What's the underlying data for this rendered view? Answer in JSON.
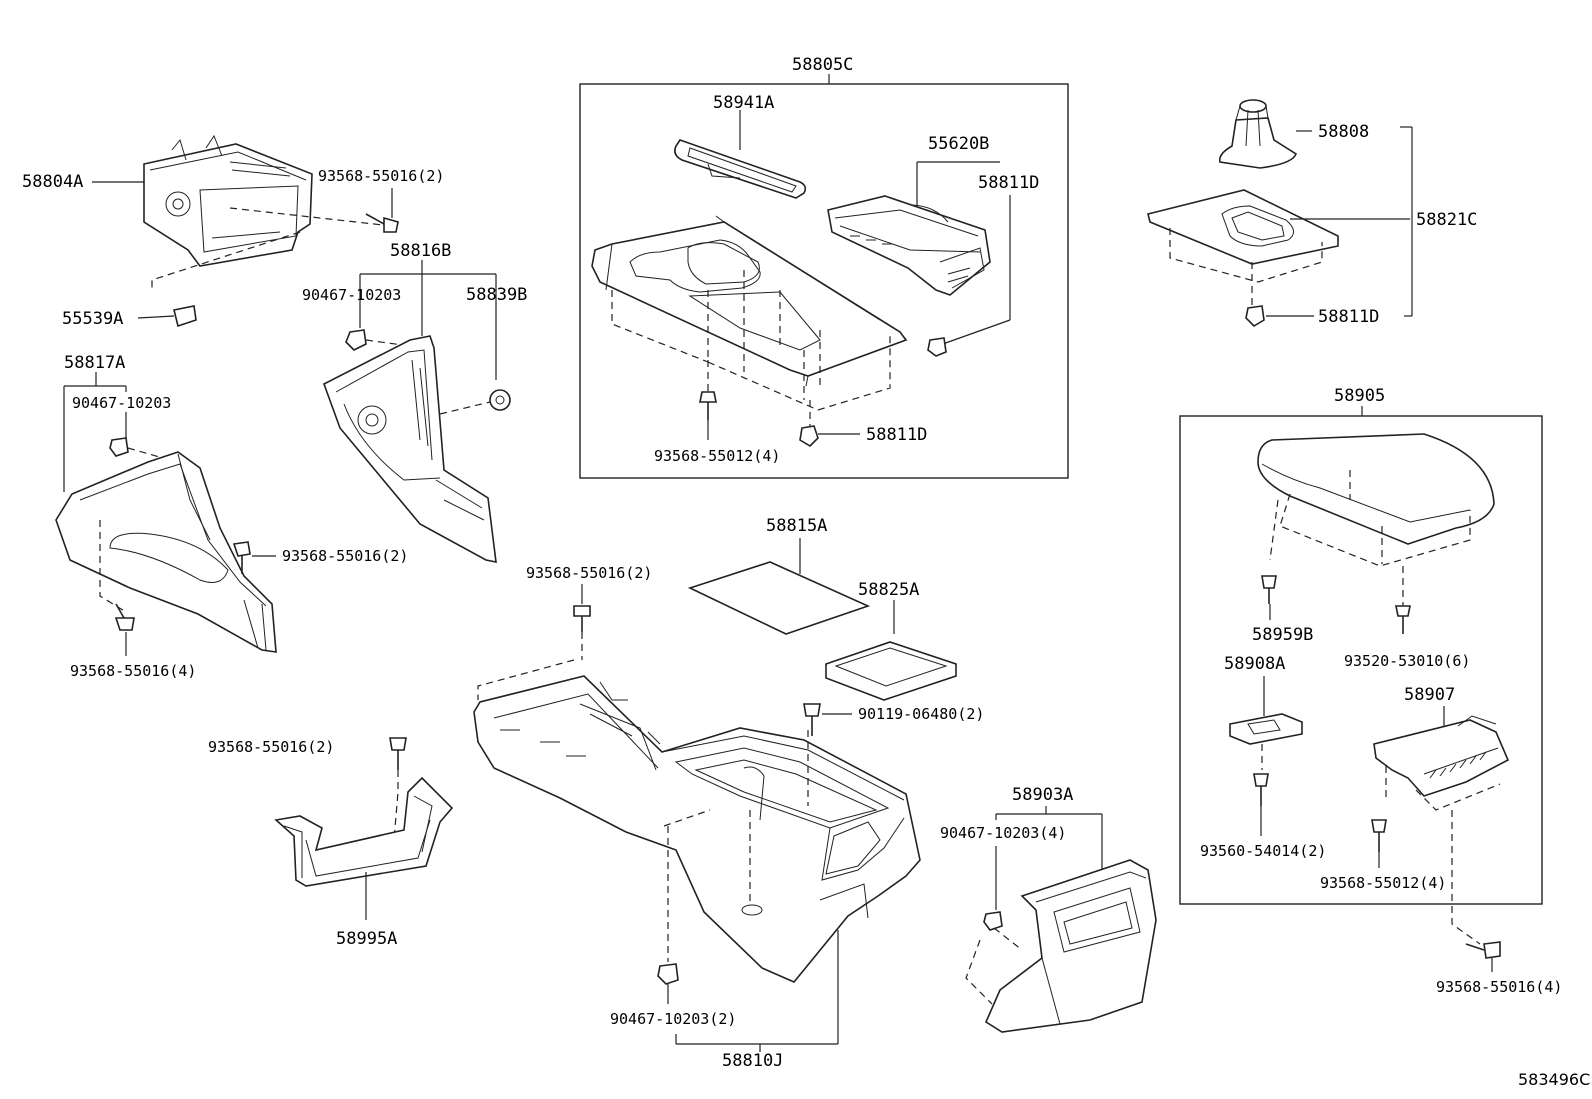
{
  "labels": {
    "p58805C": "58805C",
    "p58941A": "58941A",
    "p55620B": "55620B",
    "p58811D_a": "58811D",
    "p58811D_b": "58811D",
    "p58811D_c": "58811D",
    "p93568_55012_4a": "93568-55012(4)",
    "p58808": "58808",
    "p58821C": "58821C",
    "p58804A": "58804A",
    "p93568_55016_2a": "93568-55016(2)",
    "p58816B": "58816B",
    "p90467_10203_a": "90467-10203",
    "p58839B": "58839B",
    "p55539A": "55539A",
    "p58817A": "58817A",
    "p90467_10203_b": "90467-10203",
    "p93568_55016_2b": "93568-55016(2)",
    "p93568_55016_4a": "93568-55016(4)",
    "p58815A": "58815A",
    "p58825A": "58825A",
    "p93568_55016_2c": "93568-55016(2)",
    "p90119_06480_2": "90119-06480(2)",
    "p93568_55016_2d": "93568-55016(2)",
    "p58995A": "58995A",
    "p58903A": "58903A",
    "p90467_10203_4": "90467-10203(4)",
    "p90467_10203_2": "90467-10203(2)",
    "p58810J": "58810J",
    "p58905": "58905",
    "p58959B": "58959B",
    "p93520_53010_6": "93520-53010(6)",
    "p58908A": "58908A",
    "p58907": "58907",
    "p93560_54014_2": "93560-54014(2)",
    "p93568_55012_4b": "93568-55012(4)",
    "p93568_55016_4b": "93568-55016(4)"
  },
  "footer": {
    "diagram_code": "583496C"
  }
}
